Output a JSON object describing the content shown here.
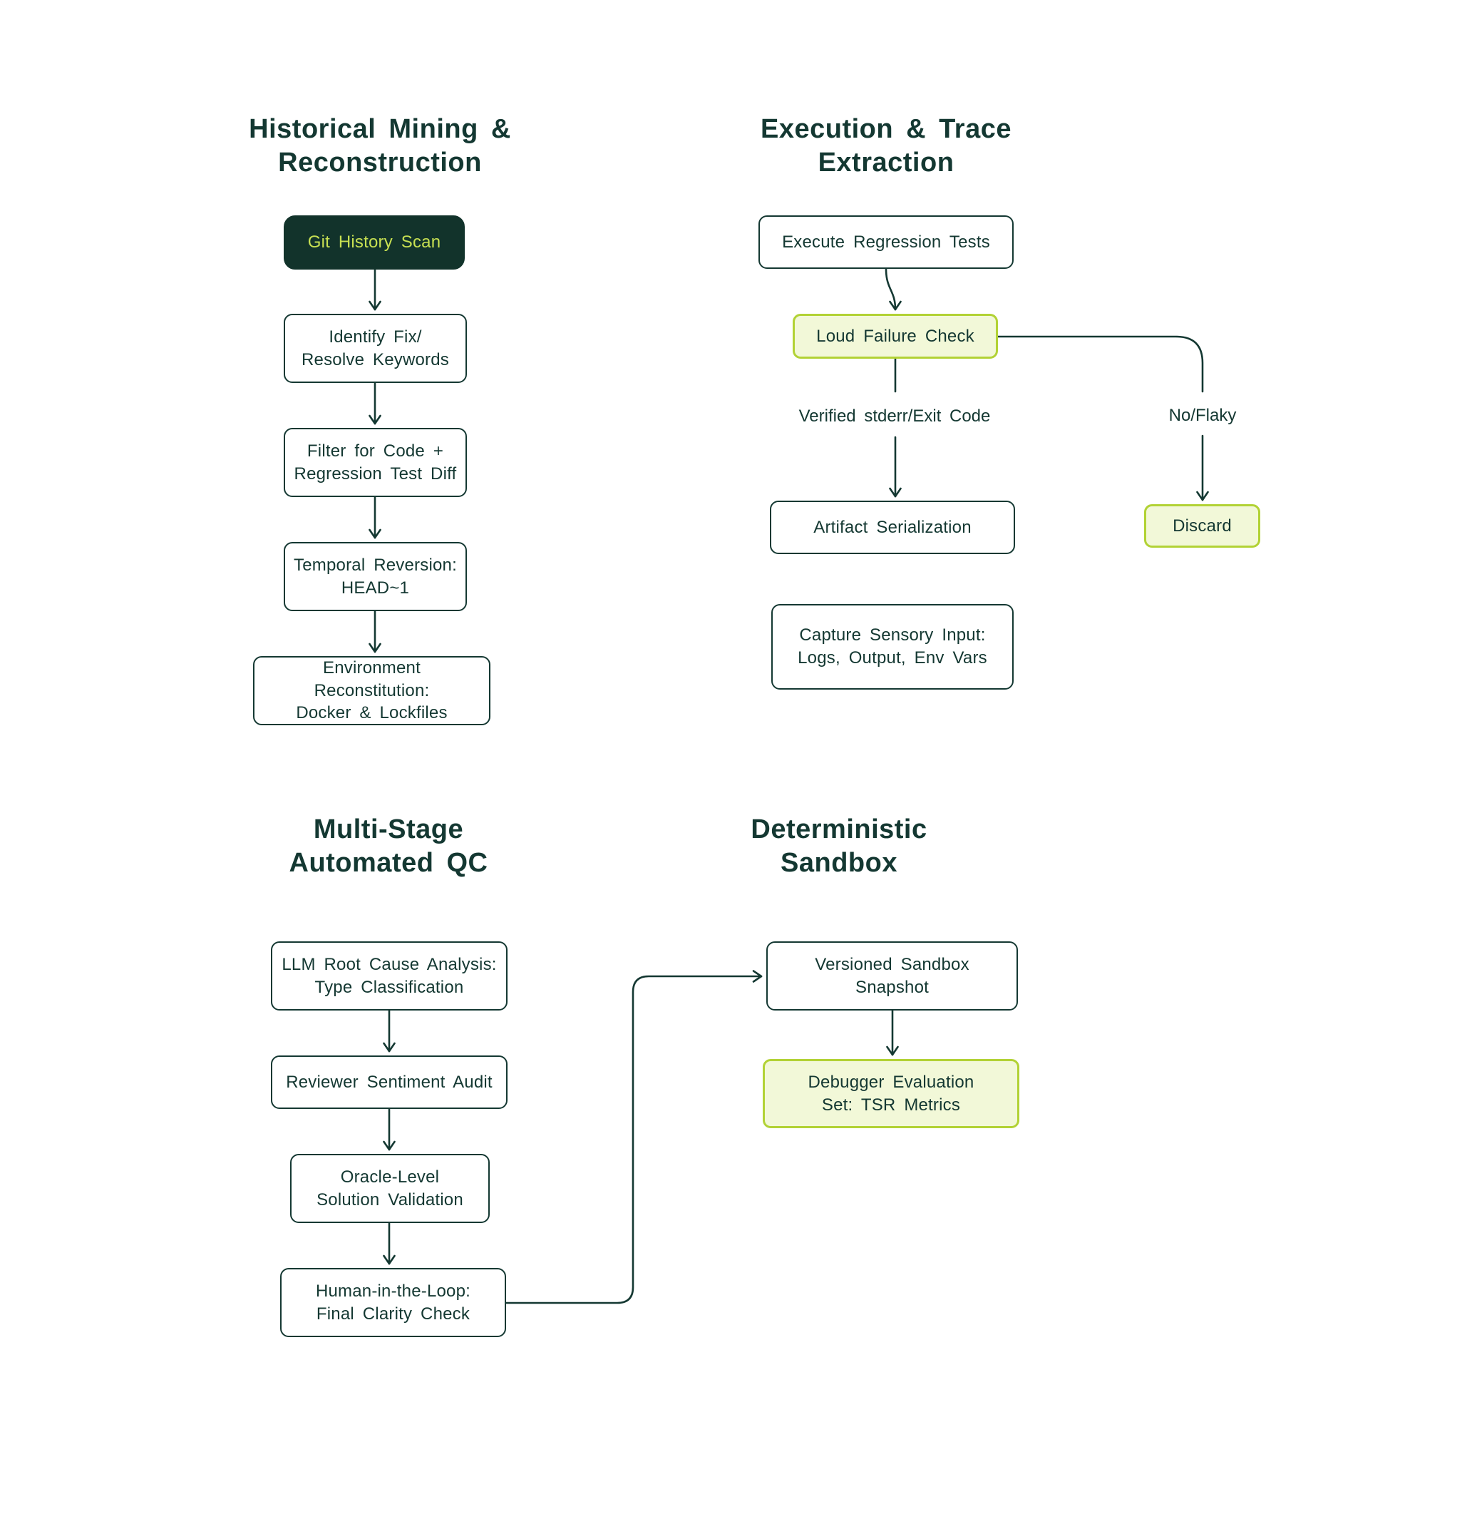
{
  "colors": {
    "background": "#ffffff",
    "ink": "#143832",
    "dark_node_fill": "#12332b",
    "dark_node_text": "#c7e052",
    "highlight_fill": "#f2f8d8",
    "highlight_border": "#b2d235"
  },
  "sections": [
    {
      "id": "historical-mining",
      "title": "Historical Mining &\nReconstruction",
      "nodes": [
        {
          "id": "git-history-scan",
          "label": "Git History Scan",
          "style": "dark"
        },
        {
          "id": "identify-fix-resolve-keywords",
          "label": "Identify Fix/\nResolve Keywords",
          "style": "plain"
        },
        {
          "id": "filter-code-regression-test-diff",
          "label": "Filter for Code +\nRegression Test Diff",
          "style": "plain"
        },
        {
          "id": "temporal-reversion-head-1",
          "label": "Temporal Reversion:\nHEAD~1",
          "style": "plain"
        },
        {
          "id": "environment-reconstitution",
          "label": "Environment Reconstitution:\nDocker & Lockfiles",
          "style": "plain"
        }
      ]
    },
    {
      "id": "execution-trace",
      "title": "Execution & Trace\nExtraction",
      "nodes": [
        {
          "id": "execute-regression-tests",
          "label": "Execute Regression Tests",
          "style": "plain"
        },
        {
          "id": "loud-failure-check",
          "label": "Loud Failure Check",
          "style": "highlight"
        },
        {
          "id": "artifact-serialization",
          "label": "Artifact Serialization",
          "style": "plain"
        },
        {
          "id": "capture-sensory-input",
          "label": "Capture Sensory Input:\nLogs, Output, Env Vars",
          "style": "plain"
        },
        {
          "id": "discard",
          "label": "Discard",
          "style": "highlight"
        }
      ],
      "edge_labels": [
        {
          "id": "verified-stderr-exit-code",
          "text": "Verified stderr/Exit Code"
        },
        {
          "id": "no-flaky",
          "text": "No/Flaky"
        }
      ]
    },
    {
      "id": "multi-stage-qc",
      "title": "Multi-Stage\nAutomated QC",
      "nodes": [
        {
          "id": "llm-root-cause-analysis",
          "label": "LLM Root Cause Analysis:\nType Classification",
          "style": "plain"
        },
        {
          "id": "reviewer-sentiment-audit",
          "label": "Reviewer Sentiment Audit",
          "style": "plain"
        },
        {
          "id": "oracle-level-solution-validation",
          "label": "Oracle-Level\nSolution Validation",
          "style": "plain"
        },
        {
          "id": "human-in-the-loop",
          "label": "Human-in-the-Loop:\nFinal Clarity Check",
          "style": "plain"
        }
      ]
    },
    {
      "id": "deterministic-sandbox",
      "title": "Deterministic\nSandbox",
      "nodes": [
        {
          "id": "versioned-sandbox-snapshot",
          "label": "Versioned Sandbox\nSnapshot",
          "style": "plain"
        },
        {
          "id": "debugger-evaluation-set",
          "label": "Debugger Evaluation\nSet: TSR Metrics",
          "style": "highlight"
        }
      ]
    }
  ]
}
